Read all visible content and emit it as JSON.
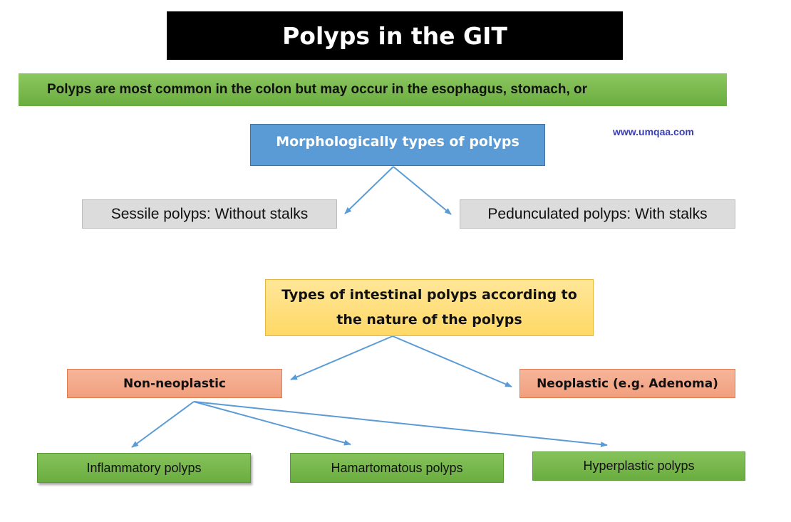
{
  "title": "Polyps in the GIT",
  "intro": "Polyps are most common in the colon but may occur in the esophagus, stomach, or",
  "website": "www.umqaa.com",
  "morphology": {
    "heading": "Morphologically types of polyps",
    "sessile": "Sessile polyps: Without stalks",
    "pedunculated": "Pedunculated polyps: With stalks"
  },
  "nature": {
    "heading_line1": "Types of intestinal polyps according to",
    "heading_line2": "the nature of the polyps",
    "non_neoplastic": "Non-neoplastic",
    "neoplastic": "Neoplastic (e.g. Adenoma)",
    "children": {
      "inflammatory": "Inflammatory polyps",
      "hamartomatous": "Hamartomatous polyps",
      "hyperplastic": "Hyperplastic polyps"
    }
  },
  "colors": {
    "arrow": "#5b9bd5",
    "title_bg": "#000000",
    "intro_bg": "#70ad47",
    "morph_bg": "#5b9bd5",
    "nature_bg": "#ffd966",
    "neo_bg": "#f4b183",
    "leaf_bg": "#70ad47"
  }
}
